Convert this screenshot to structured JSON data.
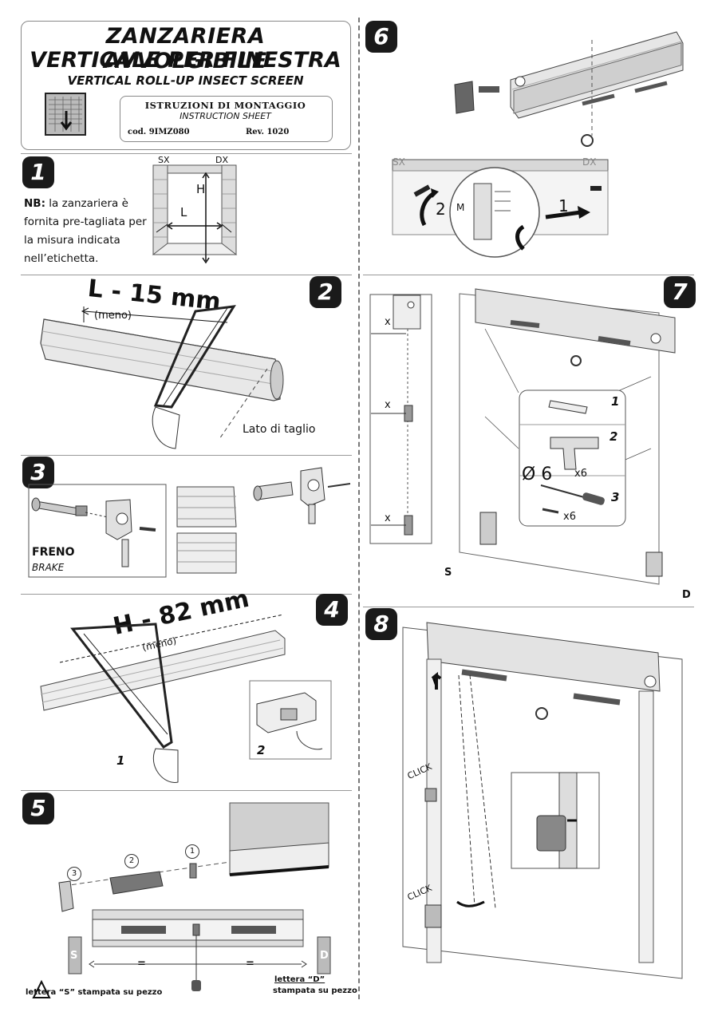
{
  "header": {
    "title_line1": "ZANZARIERA AVVOLGIBILE",
    "title_line2": "VERTICALE PER FINESTRA",
    "title_line3": "VERTICAL ROLL-UP INSECT SCREEN",
    "instructions_it": "ISTRUZIONI DI MONTAGGIO",
    "instructions_en": "INSTRUCTION SHEET",
    "code": "cod. 9IMZ080",
    "revision": "Rev. 1020"
  },
  "steps": {
    "s1": {
      "number": "1",
      "nb_label": "NB:",
      "note": "la zanzariera è fornita pre-tagliata per la misura indicata nell’etichetta.",
      "sx": "SX",
      "dx": "DX",
      "h": "H",
      "l": "L"
    },
    "s2": {
      "number": "2",
      "cut_label": "L - 15 mm",
      "meno": "(meno)",
      "cut_side": "Lato di taglio"
    },
    "s3": {
      "number": "3",
      "brake_it": "FRENO",
      "brake_en": "BRAKE"
    },
    "s4": {
      "number": "4",
      "cut_label": "H - 82 mm",
      "meno": "(meno)",
      "sub1": "1",
      "sub2": "2"
    },
    "s5": {
      "number": "5",
      "c1": "1",
      "c2": "2",
      "c3": "3",
      "eq1": "=",
      "eq2": "=",
      "s_letter": "S",
      "d_letter": "D",
      "note_s": "lettera “S” stampata su pezzo",
      "note_d_1": "lettera “D”",
      "note_d_2": "stampata su pezzo"
    },
    "s6": {
      "number": "6",
      "sx": "SX",
      "dx": "DX",
      "arrow1": "1",
      "arrow2": "2",
      "m": "M"
    },
    "s7": {
      "number": "7",
      "x1": "x",
      "x2": "x",
      "x3": "x",
      "t1": "1",
      "t2": "2",
      "t3": "3",
      "diam": "Ø 6",
      "x6a": "x6",
      "x6b": "x6",
      "s_letter": "S",
      "d_letter": "D"
    },
    "s8": {
      "number": "8",
      "click1": "CLICK",
      "click2": "CLICK"
    }
  },
  "colors": {
    "badge": "#1a1a1a",
    "line": "#333333",
    "light": "#dcdcdc"
  }
}
